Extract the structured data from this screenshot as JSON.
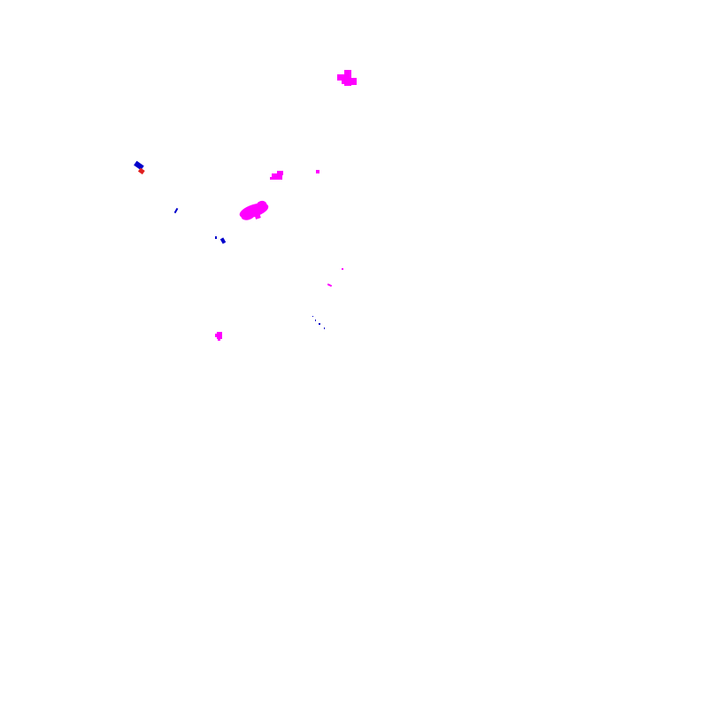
{
  "map": {
    "background": "#ffffff",
    "colors": {
      "magenta": "#ff00ff",
      "blue": "#0000cc",
      "red": "#e02020"
    },
    "features": [
      {
        "name": "blob-top-right",
        "color": "magenta"
      },
      {
        "name": "marker-upper-left",
        "color": "blue"
      },
      {
        "name": "blob-small-center",
        "color": "magenta"
      },
      {
        "name": "dot-small-right",
        "color": "magenta"
      },
      {
        "name": "blob-large-center",
        "color": "magenta"
      },
      {
        "name": "dash-left",
        "color": "blue"
      },
      {
        "name": "marker-pair-left",
        "color": "blue"
      },
      {
        "name": "speck-right-a",
        "color": "magenta"
      },
      {
        "name": "dash-right-b",
        "color": "magenta"
      },
      {
        "name": "trail-lower-right",
        "color": "blue"
      },
      {
        "name": "blob-lower-left",
        "color": "magenta"
      }
    ]
  }
}
